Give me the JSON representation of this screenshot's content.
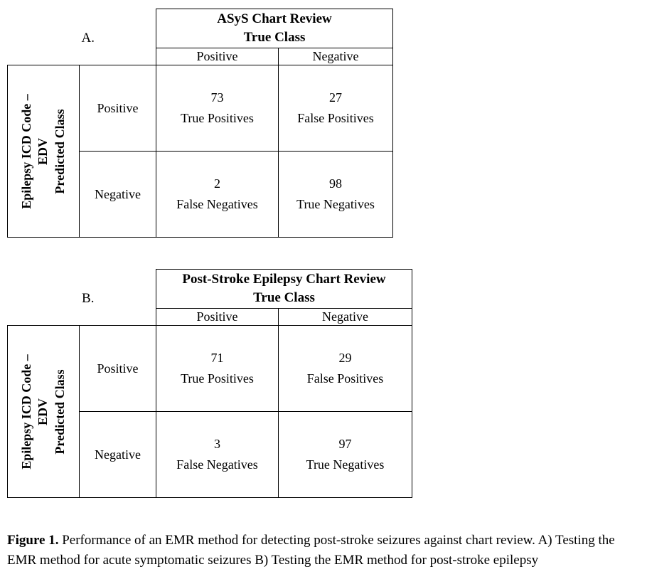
{
  "page": {
    "background": "#ffffff",
    "border_color": "#000000"
  },
  "panels": [
    {
      "label": "A.",
      "header": {
        "line1": "ASyS Chart Review",
        "line2": "True Class"
      },
      "col_headers": {
        "positive": "Positive",
        "negative": "Negative"
      },
      "row_axis": {
        "line1": "Epilepsy ICD Code –",
        "line2": "EDV",
        "line3": "Predicted Class"
      },
      "row_headers": {
        "positive": "Positive",
        "negative": "Negative"
      },
      "cells": {
        "tp": {
          "value": "73",
          "label": "True Positives"
        },
        "fp": {
          "value": "27",
          "label": "False Positives"
        },
        "fn": {
          "value": "2",
          "label": "False Negatives"
        },
        "tn": {
          "value": "98",
          "label": "True Negatives"
        }
      }
    },
    {
      "label": "B.",
      "header": {
        "line1": "Post-Stroke Epilepsy Chart Review",
        "line2": "True Class"
      },
      "col_headers": {
        "positive": "Positive",
        "negative": "Negative"
      },
      "row_axis": {
        "line1": "Epilepsy ICD Code –",
        "line2": "EDV",
        "line3": "Predicted Class"
      },
      "row_headers": {
        "positive": "Positive",
        "negative": "Negative"
      },
      "cells": {
        "tp": {
          "value": "71",
          "label": "True Positives"
        },
        "fp": {
          "value": "29",
          "label": "False Positives"
        },
        "fn": {
          "value": "3",
          "label": "False Negatives"
        },
        "tn": {
          "value": "97",
          "label": "True Negatives"
        }
      }
    }
  ],
  "caption": {
    "label": "Figure 1.",
    "text": " Performance of an EMR method for detecting post-stroke seizures against chart review. A) Testing the EMR method for acute symptomatic seizures B) Testing the EMR method for post-stroke epilepsy"
  },
  "chart_data": [
    {
      "type": "table",
      "title": "ASyS Chart Review (True Class columns vs Epilepsy ICD Code – EDV Predicted Class rows)",
      "columns": [
        "",
        "Positive",
        "Negative"
      ],
      "rows": [
        [
          "Positive",
          73,
          27
        ],
        [
          "Negative",
          2,
          98
        ]
      ]
    },
    {
      "type": "table",
      "title": "Post-Stroke Epilepsy Chart Review (True Class columns vs Epilepsy ICD Code – EDV Predicted Class rows)",
      "columns": [
        "",
        "Positive",
        "Negative"
      ],
      "rows": [
        [
          "Positive",
          71,
          29
        ],
        [
          "Negative",
          3,
          97
        ]
      ]
    }
  ]
}
